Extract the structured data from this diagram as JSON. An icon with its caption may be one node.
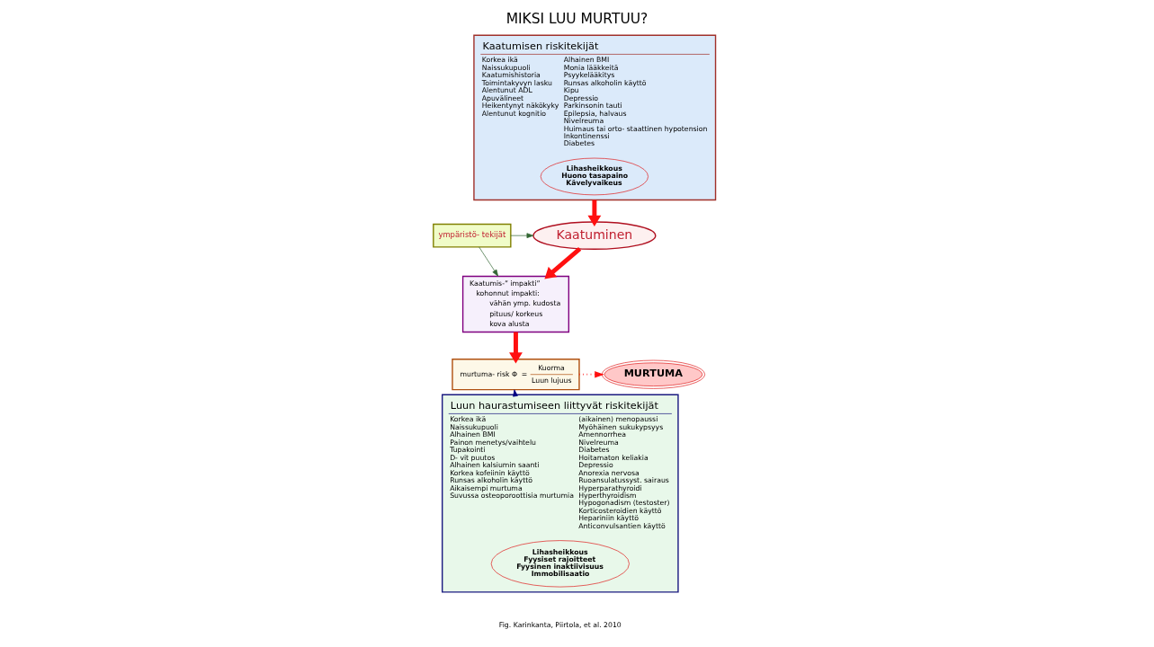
{
  "diagram": {
    "title": "MIKSI LUU MURTUU?",
    "caption": "Fig. Karinkanta, Piirtola, et al. 2010",
    "nodes": [
      {
        "text": [
          "Kaatumisen riskitekijät",
          "Korkea ikä",
          "Naissukupuoli",
          "Kaatumishistoria",
          "Toimintakyvyn lasku",
          "Alentunut ADL",
          "Apuvälineet",
          "Heikentynyt näkökyky",
          "Alentunut kognitio",
          "Alhainen BMI",
          "Monia lääkkeitä",
          "Psyykelääkitys",
          "Runsas alkoholin käyttö",
          "Kipu",
          "Depressio",
          "Parkinsonin tauti",
          "Epilepsia, halvaus",
          "Nivelreuma",
          "Huimaus tai orto- staattinen hypotension",
          "Inkontinenssi",
          "Diabetes"
        ]
      },
      {
        "text": [
          "Lihasheikkous",
          "Huono tasapaino",
          "Kävelyvaikeus"
        ],
        "in": 0
      },
      {
        "text": [
          "Kaatuminen"
        ]
      },
      {
        "text": [
          "ympäristö- tekijät"
        ]
      },
      {
        "text": [
          "Kaatumis-” impakti”",
          "kohonnut impakti:",
          "vähän ymp. kudosta",
          "pituus/ korkeus",
          "kova alusta"
        ]
      },
      {
        "text": [
          "murtuma- risk Φ",
          "=",
          "Kuorma",
          "Luun lujuus"
        ]
      },
      {
        "text": [
          "MURTUMA"
        ]
      },
      {
        "text": [
          "Luun haurastumiseen liittyvät riskitekijät",
          "Korkea ikä",
          "Naissukupuoli",
          "Alhainen BMI",
          "Painon menetys/vaihtelu",
          "Tupakointi",
          "D- vit puutos",
          "Alhainen kalsiumin saanti",
          "Korkea kofeiinin käyttö",
          "Runsas alkoholin käyttö",
          "Aikaisempi murtuma",
          "Suvussa osteoporoottisia murtumia",
          "(aikainen) menopaussi",
          "Myöhäinen sukukypsyys",
          "Amennorrhea",
          "Nivelreuma",
          "Diabetes",
          "Hoitamaton keliakia",
          "Depressio",
          "Anorexia nervosa",
          "Ruoansulatussyst. sairaus",
          "Hyperparathyroidi",
          "Hyperthyroidism",
          "Hypogonadism (testoster)",
          "Korticosteroidien käyttö",
          "Hepariniin käyttö",
          "Anticonvulsantien käyttö"
        ]
      },
      {
        "text": [
          "Lihasheikkous",
          "Fyysiset rajoitteet",
          "Fyysinen inaktiivisuus",
          "Immobilisaatio"
        ],
        "in": 7
      }
    ],
    "edges": [
      {
        "from": 0,
        "to": 2,
        "arrow": "to",
        "style": "thick"
      },
      {
        "from": 3,
        "to": 2,
        "arrow": "to",
        "color": "#336633"
      },
      {
        "from": 2,
        "to": 4,
        "arrow": "to",
        "style": "thick"
      },
      {
        "from": 3,
        "to": 4,
        "arrow": "to",
        "color": "#336633"
      },
      {
        "from": 4,
        "to": 5,
        "arrow": "to",
        "style": "thick"
      },
      {
        "from": 5,
        "to": 6,
        "arrow": "to",
        "style": "dashed"
      },
      {
        "from": 7,
        "to": 5,
        "arrow": "to",
        "color": "#000080"
      }
    ]
  }
}
